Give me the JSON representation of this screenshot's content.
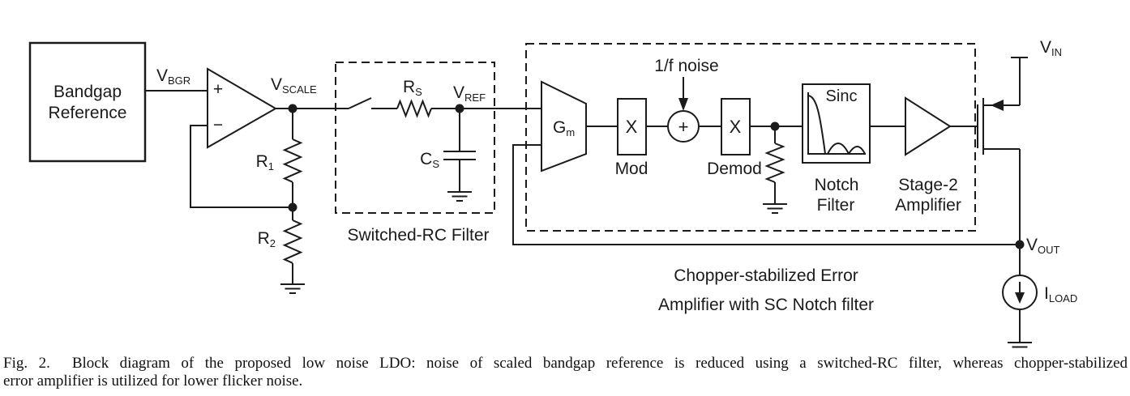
{
  "figure": {
    "bandgap": {
      "line1": "Bandgap",
      "line2": "Reference"
    },
    "opamp": {
      "plus": "+",
      "minus": "−"
    },
    "signals": {
      "vbgr": {
        "main": "V",
        "sub": "BGR"
      },
      "vscale": {
        "main": "V",
        "sub": "SCALE"
      },
      "r1": {
        "main": "R",
        "sub": "1"
      },
      "r2": {
        "main": "R",
        "sub": "2"
      },
      "rs": {
        "main": "R",
        "sub": "S"
      },
      "vref": {
        "main": "V",
        "sub": "REF"
      },
      "cs": {
        "main": "C",
        "sub": "S"
      },
      "gm": {
        "main": "G",
        "sub": "m"
      },
      "vin": {
        "main": "V",
        "sub": "IN"
      },
      "vout": {
        "main": "V",
        "sub": "OUT"
      },
      "iload": {
        "main": "I",
        "sub": "LOAD"
      }
    },
    "switched_rc_label": "Switched-RC Filter",
    "chopper": {
      "mod_x": "X",
      "mod_label": "Mod",
      "noise_label": "1/f noise",
      "sum_plus": "+",
      "demod_x": "X",
      "demod_label": "Demod",
      "sinc": "Sinc",
      "notch_line1": "Notch",
      "notch_line2": "Filter",
      "stage_line1": "Stage-2",
      "stage_line2": "Amplifier",
      "box_label_line1": "Chopper-stabilized Error",
      "box_label_line2": "Amplifier with SC Notch filter"
    }
  },
  "caption": {
    "line1": "Fig. 2.  Block diagram of the proposed low noise LDO: noise of scaled bandgap reference is reduced using a switched-RC filter, whereas chopper-stabilized",
    "line2": "error amplifier is utilized for lower flicker noise."
  },
  "colors": {
    "line": "#1b1b1b",
    "background": "#ffffff"
  }
}
